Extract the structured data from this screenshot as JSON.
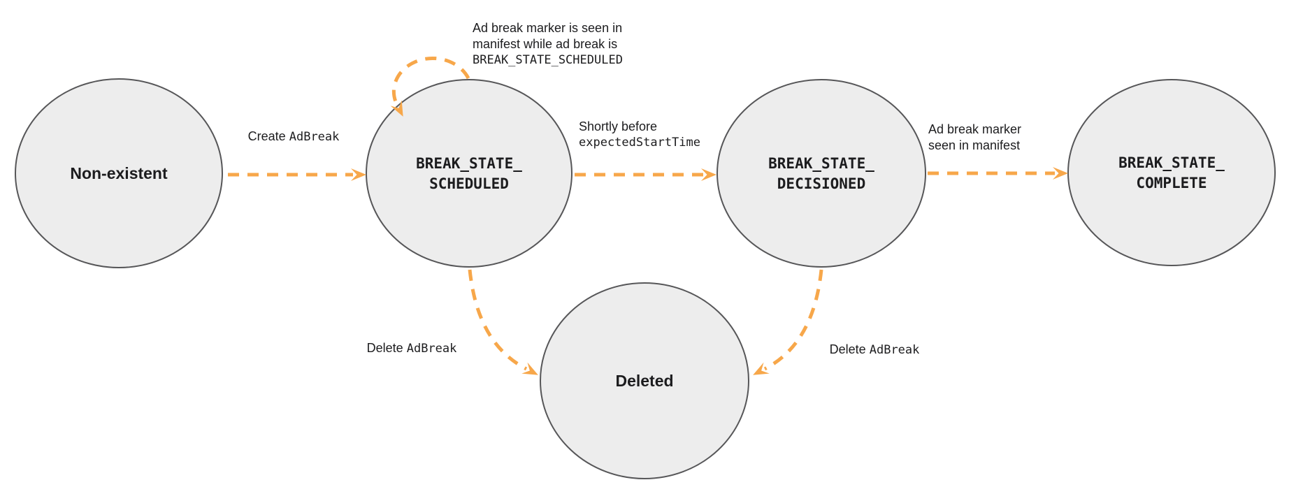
{
  "colors": {
    "accent_orange": "#F7A74A",
    "node_fill": "#EDEDED",
    "node_stroke": "#565658",
    "text": "#1C1C1E",
    "background": "#FFFFFF"
  },
  "diagram": {
    "type": "state-machine",
    "states": [
      {
        "id": "non-existent",
        "label": "Non-existent"
      },
      {
        "id": "break-state-scheduled",
        "label_line1": "BREAK_STATE_",
        "label_line2": "SCHEDULED"
      },
      {
        "id": "break-state-decisioned",
        "label_line1": "BREAK_STATE_",
        "label_line2": "DECISIONED"
      },
      {
        "id": "break-state-complete",
        "label_line1": "BREAK_STATE_",
        "label_line2": "COMPLETE"
      },
      {
        "id": "deleted",
        "label": "Deleted"
      }
    ],
    "transitions": [
      {
        "id": "create-adbreak",
        "from": "non-existent",
        "to": "break-state-scheduled",
        "label_text": "Create",
        "label_code": "AdBreak"
      },
      {
        "id": "marker-seen-while-scheduled",
        "from": "break-state-scheduled",
        "to": "break-state-scheduled",
        "label_line1": "Ad break marker is seen in",
        "label_line2": "manifest while ad break is",
        "label_code": "BREAK_STATE_SCHEDULED"
      },
      {
        "id": "shortly-before-start",
        "from": "break-state-scheduled",
        "to": "break-state-decisioned",
        "label_text": "Shortly before",
        "label_code": "expectedStartTime"
      },
      {
        "id": "marker-seen-in-manifest",
        "from": "break-state-decisioned",
        "to": "break-state-complete",
        "label_line1": "Ad break marker",
        "label_line2": "seen in manifest"
      },
      {
        "id": "delete-adbreak-from-scheduled",
        "from": "break-state-scheduled",
        "to": "deleted",
        "label_text": "Delete",
        "label_code": "AdBreak"
      },
      {
        "id": "delete-adbreak-from-decisioned",
        "from": "break-state-decisioned",
        "to": "deleted",
        "label_text": "Delete",
        "label_code": "AdBreak"
      }
    ]
  }
}
